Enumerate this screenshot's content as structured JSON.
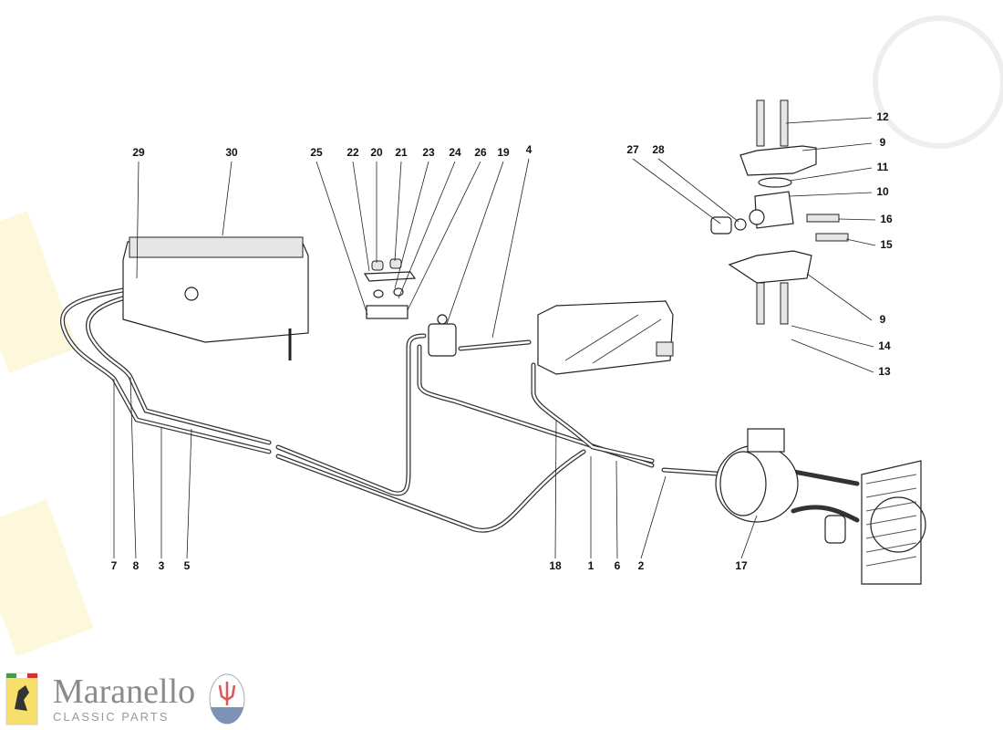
{
  "watermark": {
    "brand": "Maranello",
    "subtitle": "CLASSIC PARTS"
  },
  "logo": {
    "name": "Maranello",
    "subtitle": "CLASSIC PARTS",
    "ferrari_badge": "Ferrari",
    "maserati_badge": "MASERATI"
  },
  "diagram": {
    "title": "Air conditioning system parts diagram",
    "callouts": [
      "29",
      "30",
      "25",
      "22",
      "20",
      "21",
      "23",
      "24",
      "26",
      "19",
      "4",
      "27",
      "28",
      "12",
      "9",
      "11",
      "10",
      "16",
      "15",
      "9",
      "14",
      "13",
      "7",
      "8",
      "3",
      "5",
      "18",
      "1",
      "6",
      "2",
      "17"
    ]
  }
}
